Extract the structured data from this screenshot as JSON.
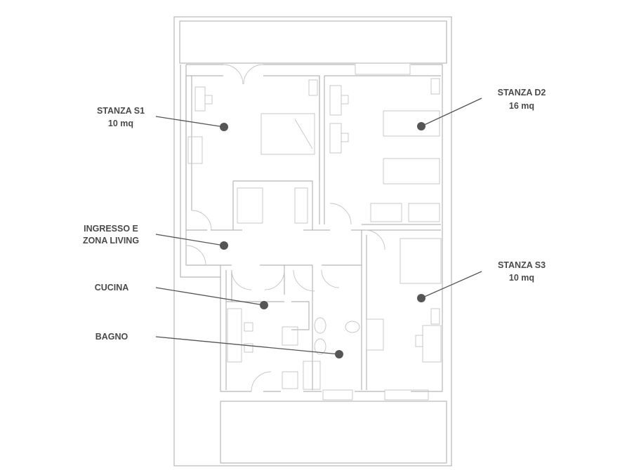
{
  "rooms": [
    {
      "name": "STANZA S1",
      "area": "10 mq"
    },
    {
      "name": "STANZA D2",
      "area": "16 mq"
    },
    {
      "name": "INGRESSO E",
      "area": "ZONA LIVING"
    },
    {
      "name": "STANZA S3",
      "area": "10 mq"
    },
    {
      "name": "CUCINA",
      "area": ""
    },
    {
      "name": "BAGNO",
      "area": ""
    }
  ],
  "colors": {
    "accent": "#555555",
    "walls": "#b8b8b8"
  }
}
